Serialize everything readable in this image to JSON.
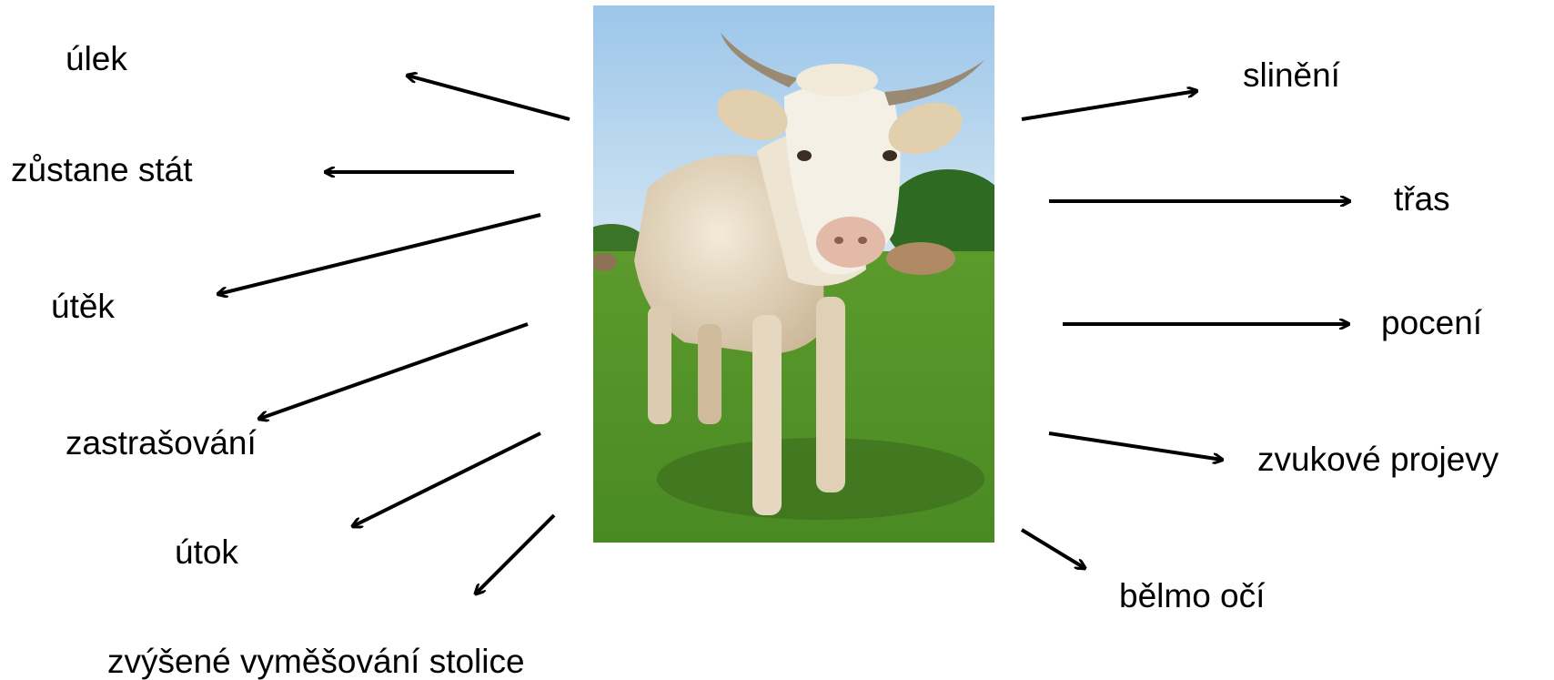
{
  "labels": {
    "ulek": "úlek",
    "zustane_stat": "zůstane stát",
    "utek": "útěk",
    "zastrasovani": "zastrašování",
    "utok": "útok",
    "zvysene": "zvýšené vyměšování stolice",
    "sliněni": "slinění",
    "tras": "třas",
    "poceni": "pocení",
    "zvukove": "zvukové projevy",
    "belmo": "bělmo očí"
  },
  "photo": {
    "subject": "cow-in-pasture",
    "colors": {
      "sky": "#b9d8ee",
      "grass": "#6fa63b",
      "cow": "#e9ddc8"
    }
  },
  "arrow_color": "#000000"
}
